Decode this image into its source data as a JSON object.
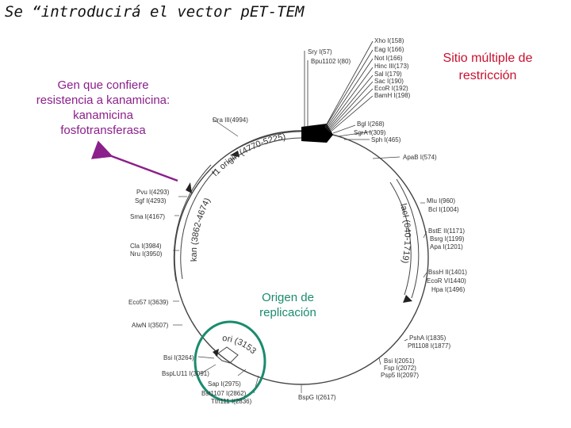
{
  "title": "Se “introducirá el vector pET-TEM",
  "callouts": {
    "kan_gene": [
      "Gen que confiere",
      "resistencia a kanamicina:",
      "kanamicina",
      "fosfotransferasa"
    ],
    "mcs": [
      "Sitio múltiple de",
      "restricción"
    ],
    "ori": [
      "Origen de",
      "replicación"
    ]
  },
  "colors": {
    "purple": "#8b1f8b",
    "red": "#c8102e",
    "teal": "#1a8b6e",
    "line": "#333333"
  },
  "mcs_sites": [
    "Xho I(158)",
    "Eag I(166)",
    "Not I(166)",
    "Hinc III(173)",
    "Sal I(179)",
    "Sac I(190)",
    "EcoR I(192)",
    "BamH I(198)"
  ],
  "sites": {
    "sry": "Sry I(57)",
    "bpu": "Bpu1102 I(80)",
    "drai": "Dra III(4994)",
    "bgl": "Bgl I(268)",
    "sgra": "SgrA I(309)",
    "sph": "Sph I(465)",
    "apab": "ApaB I(574)",
    "mlu": "Mlu I(960)",
    "bcl": "Bcl I(1004)",
    "bste": "BstE II(1171)",
    "bsrg": "Bsrg I(1199)",
    "apa": "Apa I(1201)",
    "bssh": "BssH II(1401)",
    "ecorv": "EcoR VI1440)",
    "hpa": "Hpa I(1496)",
    "psha": "PshA I(1835)",
    "pfl": "Pfl1108 I(1877)",
    "bsi2": "Bsi I(2051)",
    "fsp": "Fsp I(2072)",
    "psp": "Psp5 II(2097)",
    "bspg": "BspG I(2617)",
    "pvu": "Pvu I(4293)",
    "sgf": "Sgf I(4293)",
    "sma": "Sma I(4167)",
    "cla": "Cla I(3984)",
    "nru": "Nru I(3950)",
    "eco57": "Eco57 I(3639)",
    "alwn": "AlwN I(3507)",
    "bsi1": "Bsi I(3264)",
    "bsplu": "BspLU11 I(3091)",
    "sap": "Sap I(2975)",
    "bst1107": "Bst1107 I(2862)",
    "tth": "Tth111 I(2836)"
  },
  "features": {
    "f1": "f1 origin (4770-5225)",
    "kan": "kan (3862-4674)",
    "laci": "lacI (640-1719)",
    "ori": "ori (3153)"
  }
}
